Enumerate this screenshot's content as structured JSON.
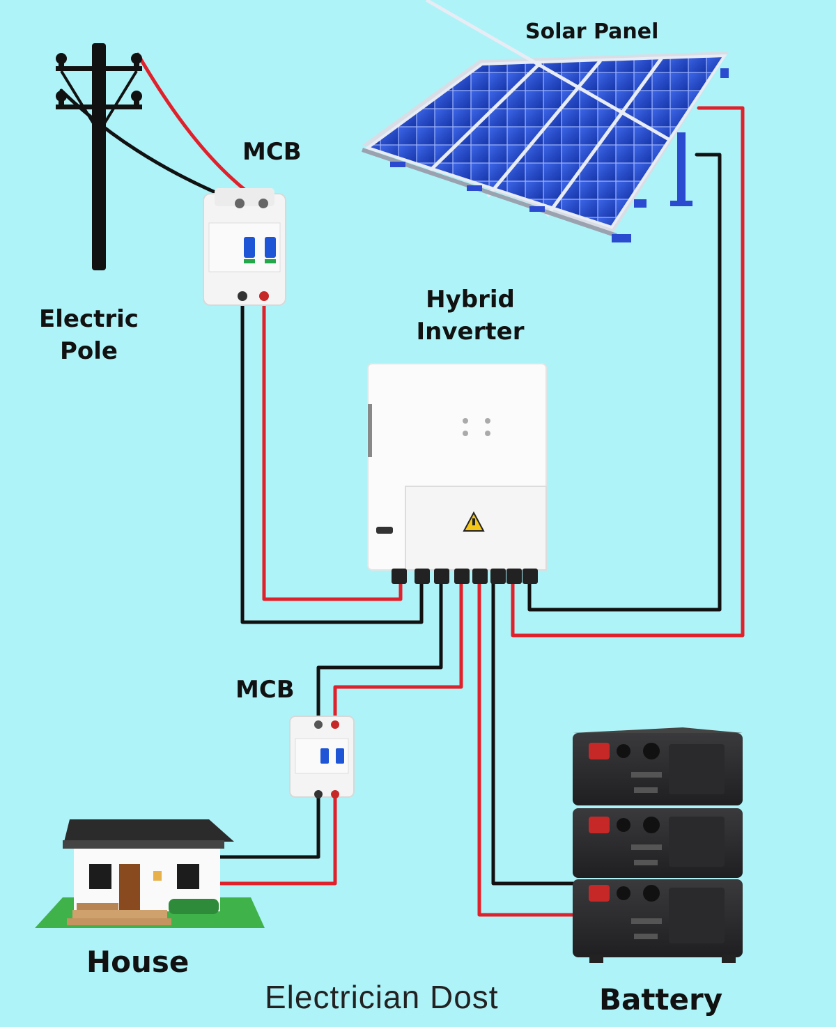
{
  "labels": {
    "solar_panel": "Solar Panel",
    "mcb_top": "MCB",
    "electric_pole_line1": "Electric",
    "electric_pole_line2": "Pole",
    "hybrid_line1": "Hybrid",
    "hybrid_line2": "Inverter",
    "mcb_bottom": "MCB",
    "house": "House",
    "battery": "Battery"
  },
  "watermark": "Electrician Dost",
  "colors": {
    "background": "#aef3f8",
    "wire_positive": "#e0202a",
    "wire_negative": "#111111",
    "panel_cell": "#1f45c8",
    "battery_body": "#2d2d2f"
  }
}
